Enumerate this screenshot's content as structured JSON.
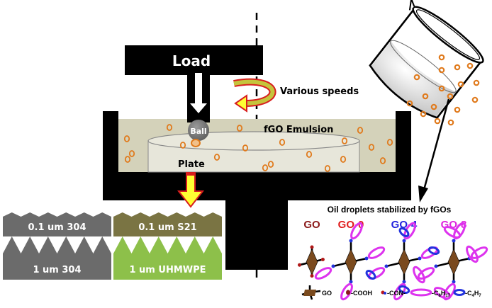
{
  "title": "Ball-on-plate tribometer with fGO emulsion",
  "apparatus": {
    "load_label": "Load",
    "rotation_label": "Various speeds",
    "ball_label": "Ball",
    "emulsion_label": "fGO Emulsion",
    "plate_label": "Plate"
  },
  "surfaces": [
    {
      "label": "0.1 um 304",
      "color": "#6b6b6b",
      "roughness": "fine"
    },
    {
      "label": "0.1 um S21",
      "color": "#7a7443",
      "roughness": "fine"
    },
    {
      "label": "1 um 304",
      "color": "#6b6b6b",
      "roughness": "coarse"
    },
    {
      "label": "1 um UHMWPE",
      "color": "#8dc04a",
      "roughness": "coarse"
    }
  ],
  "droplets": {
    "title": "Oil droplets stabilized by fGOs",
    "types": [
      {
        "label": "GO",
        "color": "#8b1a1a"
      },
      {
        "label": "GO-0",
        "color": "#e01b1b"
      },
      {
        "label": "GO-4",
        "color": "#2222dd"
      },
      {
        "label": "GO-8",
        "color": "#dd22dd"
      }
    ],
    "legend": [
      {
        "label": "GO"
      },
      {
        "label": "-COOH"
      },
      {
        "label": "-CON-"
      },
      {
        "label": "-C",
        "sub1": "8",
        "mid": "H",
        "sub2": "17"
      },
      {
        "label": "-C",
        "sub1": "4",
        "mid": "H",
        "sub2": "7"
      }
    ]
  },
  "colors": {
    "emulsion": "#d4d2ba",
    "plate": "#e7e6da",
    "droplet": "#e07a1c",
    "arrow_fill": "#ffff33",
    "arrow_stroke": "#d81e1e",
    "c8": "#dd33ee",
    "c4": "#2233dd",
    "go_sheet": "#7a4a1e"
  }
}
